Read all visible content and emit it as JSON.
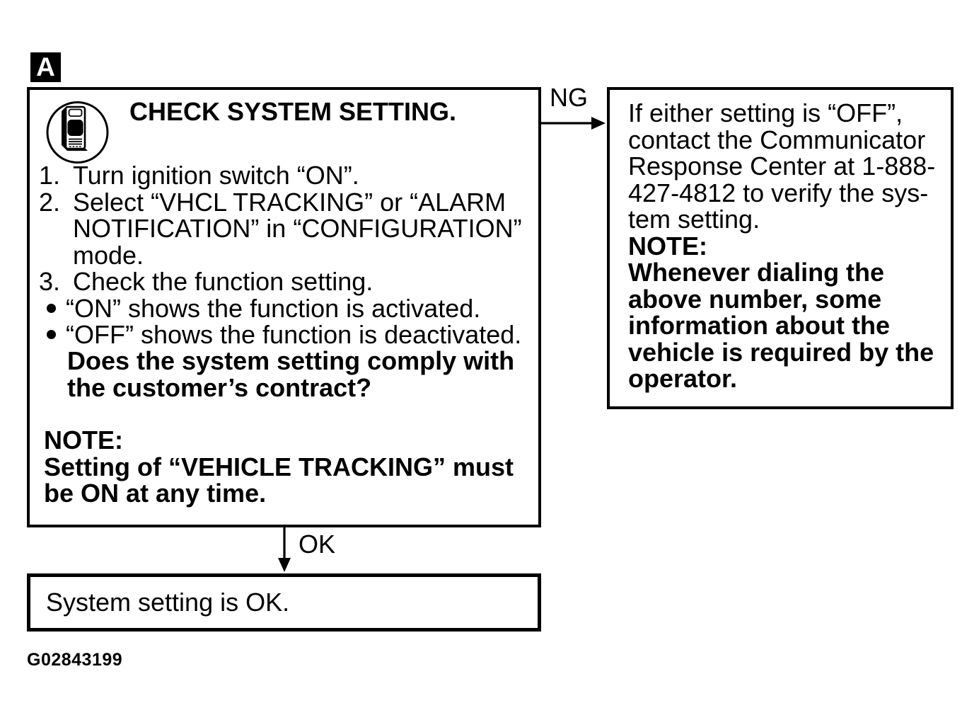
{
  "page": {
    "badge": "A",
    "figure_id": "G02843199"
  },
  "main_box": {
    "icon": "communicator-device-icon",
    "title": "CHECK SYSTEM SETTING.",
    "steps": [
      {
        "kind": "num",
        "marker": "1.",
        "lines": [
          "Turn ignition switch “ON”."
        ]
      },
      {
        "kind": "num",
        "marker": "2.",
        "lines": [
          "Select “VHCL TRACKING” or “ALARM",
          "NOTIFICATION” in “CONFIGURATION”",
          "mode."
        ]
      },
      {
        "kind": "num",
        "marker": "3.",
        "lines": [
          "Check the function setting."
        ]
      },
      {
        "kind": "bullet",
        "marker": "●",
        "lines": [
          "“ON” shows the function is activated."
        ]
      },
      {
        "kind": "bullet",
        "marker": "●",
        "lines": [
          "“OFF” shows the function is deactivated."
        ]
      }
    ],
    "question_lines": [
      "Does the system setting comply with",
      "the customer’s contract?"
    ],
    "note_label": "NOTE:",
    "note_lines": [
      "Setting of “VEHICLE TRACKING” must",
      "be ON at any time."
    ]
  },
  "ng_branch": {
    "label": "NG",
    "result_lines": [
      "If either setting is “OFF”,",
      "contact the Communicator",
      "Response Center at 1-888-",
      "427-4812 to verify the sys-",
      "tem setting."
    ],
    "note_label": "NOTE:",
    "note_lines": [
      "Whenever dialing the",
      "above number, some",
      "information about the",
      "vehicle is required by the",
      "operator."
    ]
  },
  "ok_branch": {
    "label": "OK",
    "result": "System setting is OK."
  }
}
